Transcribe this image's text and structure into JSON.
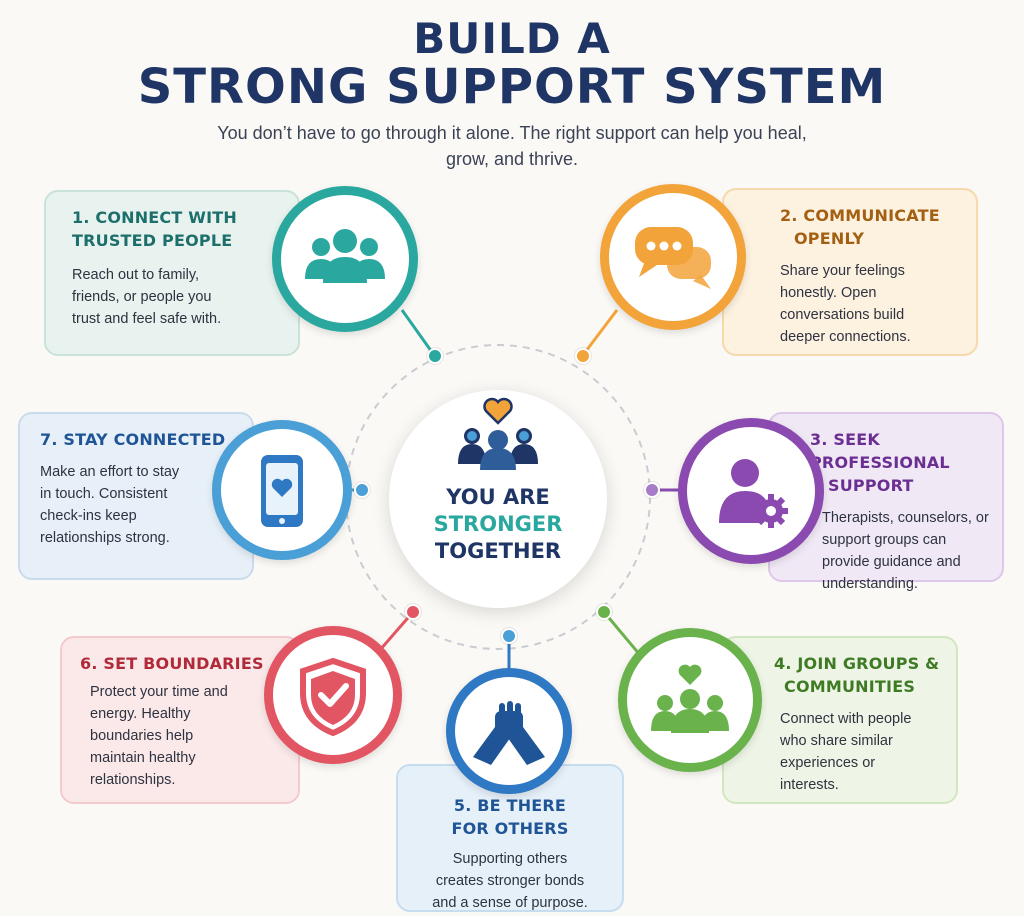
{
  "title_line1": "BUILD A",
  "title_line2": "STRONG SUPPORT SYSTEM",
  "subtitle": "You don’t have to go through it alone. The right support can help you heal, grow, and thrive.",
  "center": {
    "line1": "YOU ARE",
    "line2": "STRONGER",
    "line3": "TOGETHER",
    "icon": "people-with-heart-icon"
  },
  "colors": {
    "navy": "#1f3566",
    "teal": "#2aa8a0",
    "orange": "#f2a33a",
    "purple": "#8a4ab0",
    "green": "#6ab24c",
    "blue": "#2f78c4",
    "red": "#e25663",
    "lightblue": "#4a9fd6"
  },
  "steps": [
    {
      "title_line1": "1. CONNECT WITH",
      "title_line2": "TRUSTED PEOPLE",
      "text": [
        "Reach out to family,",
        "friends, or people you",
        "trust and feel safe with."
      ],
      "icon": "group-people-icon",
      "color": "#2aa8a0"
    },
    {
      "title_line1": "2. COMMUNICATE",
      "title_line2": "OPENLY",
      "text": [
        "Share your feelings",
        "honestly. Open",
        "conversations build",
        "deeper connections."
      ],
      "icon": "speech-bubbles-icon",
      "color": "#f2a33a"
    },
    {
      "title_line1": "3. SEEK PROFESSIONAL",
      "title_line2": "SUPPORT",
      "text": [
        "Therapists, counselors, or",
        "support groups can",
        "provide guidance and",
        "understanding."
      ],
      "icon": "person-gear-icon",
      "color": "#8a4ab0"
    },
    {
      "title_line1": "4. JOIN GROUPS &",
      "title_line2": "COMMUNITIES",
      "text": [
        "Connect with people",
        "who share similar",
        "experiences or",
        "interests."
      ],
      "icon": "community-heart-icon",
      "color": "#6ab24c"
    },
    {
      "title_line1": "5. BE THERE",
      "title_line2": "FOR OTHERS",
      "text": [
        "Supporting others",
        "creates stronger bonds",
        "and a sense of purpose."
      ],
      "icon": "handshake-icon",
      "color": "#2f78c4"
    },
    {
      "title_line1": "6. SET BOUNDARIES",
      "title_line2": "",
      "text": [
        "Protect your time and",
        "energy. Healthy",
        "boundaries help",
        "maintain healthy",
        "relationships."
      ],
      "icon": "shield-check-icon",
      "color": "#e25663"
    },
    {
      "title_line1": "7. STAY CONNECTED",
      "title_line2": "",
      "text": [
        "Make an effort to stay",
        "in touch. Consistent",
        "check-ins keep",
        "relationships strong."
      ],
      "icon": "phone-heart-icon",
      "color": "#4a9fd6"
    }
  ]
}
